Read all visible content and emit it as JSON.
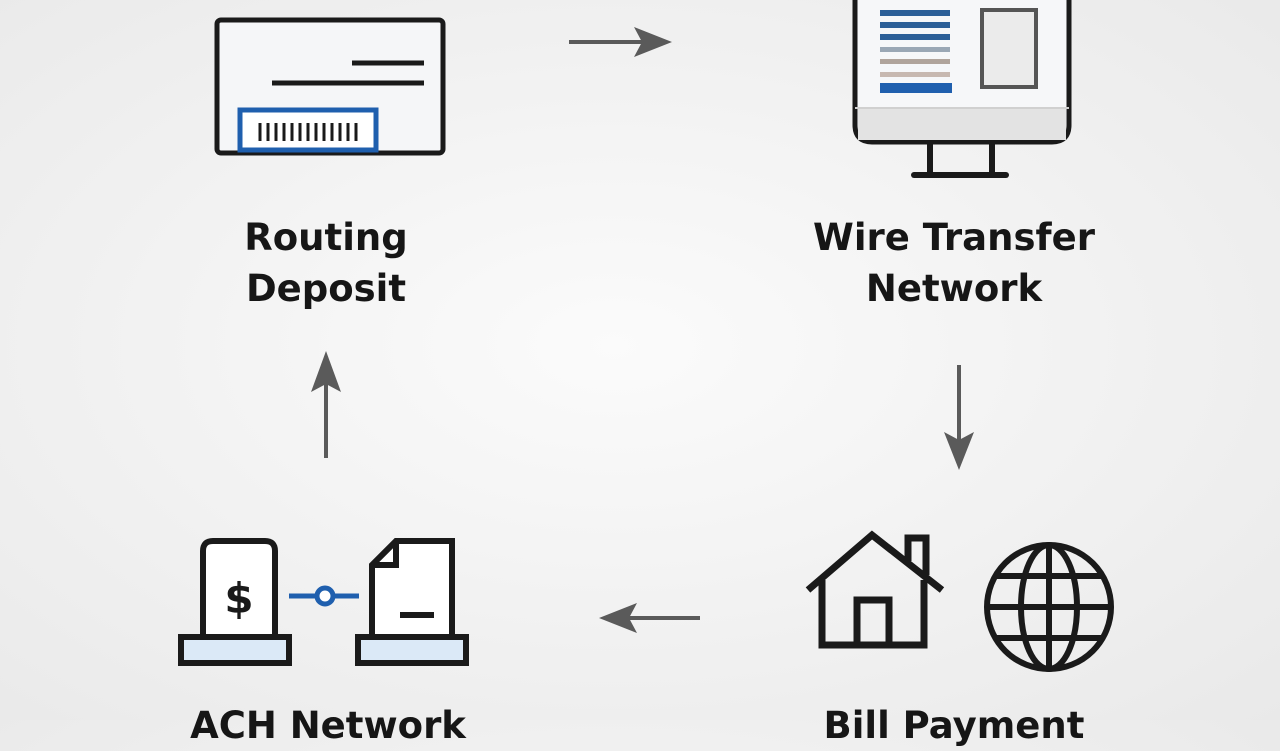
{
  "nodes": {
    "routing_deposit": {
      "line1": "Routing",
      "line2": "Deposit",
      "icon": "check-icon"
    },
    "wire_transfer": {
      "line1": "Wire Transfer",
      "line2": "Network",
      "icon": "computer-monitor-icon"
    },
    "bill_payment": {
      "line1": "Bill Payment",
      "icons": [
        "house-icon",
        "globe-icon"
      ]
    },
    "ach_network": {
      "line1": "ACH Network",
      "icons": [
        "dollar-document-icon",
        "connector-icon",
        "document-icon"
      ]
    }
  },
  "arrows": [
    {
      "from": "routing_deposit",
      "to": "wire_transfer",
      "direction": "right"
    },
    {
      "from": "wire_transfer",
      "to": "bill_payment",
      "direction": "down"
    },
    {
      "from": "bill_payment",
      "to": "ach_network",
      "direction": "left"
    },
    {
      "from": "ach_network",
      "to": "routing_deposit",
      "direction": "up"
    }
  ],
  "colors": {
    "stroke": "#1a1a1a",
    "accent": "#1f5fae",
    "light_blue": "#dbe9f7",
    "arrow": "#5a5a5a"
  }
}
